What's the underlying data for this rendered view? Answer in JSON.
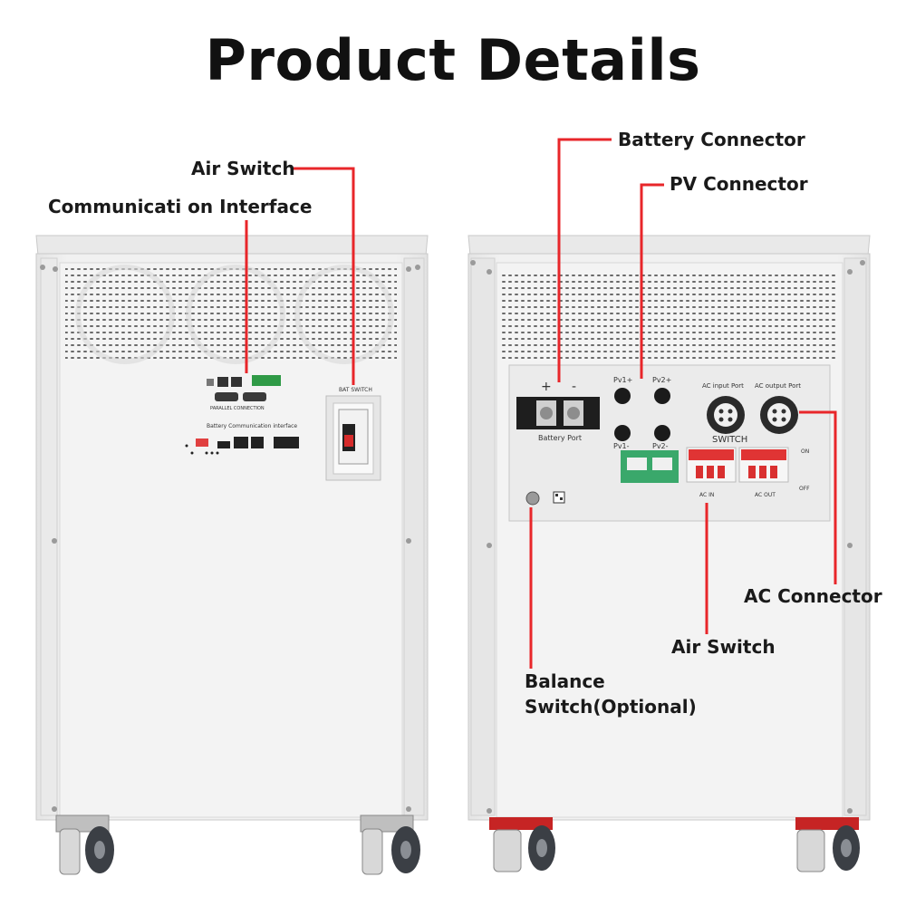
{
  "title": "Product Details",
  "accent_color": "#e8262a",
  "left_unit": {
    "callouts": {
      "air_switch": "Air Switch",
      "communication_interface": "Communicati on Interface"
    },
    "labels": {
      "bat_switch": "BAT SWITCH",
      "battery_communication_interface": "Battery Communication interface",
      "parallel_connection": "PARALLEL CONNECTION"
    }
  },
  "right_unit": {
    "callouts": {
      "battery_connector": "Battery Connector",
      "pv_connector": "PV Connector",
      "ac_connector": "AC Connector",
      "air_switch": "Air Switch",
      "balance_switch": "Balance\nSwitch(Optional)"
    },
    "labels": {
      "plus": "+",
      "minus": "-",
      "battery_port": "Battery Port",
      "pv1_plus": "Pv1+",
      "pv2_plus": "Pv2+",
      "pv1_minus": "Pv1-",
      "pv2_minus": "Pv2-",
      "ac_input_port": "AC input Port",
      "ac_output_port": "AC output Port",
      "switch": "SWITCH",
      "ac_in": "AC IN",
      "ac_out": "AC OUT",
      "on": "ON",
      "off": "OFF"
    }
  }
}
